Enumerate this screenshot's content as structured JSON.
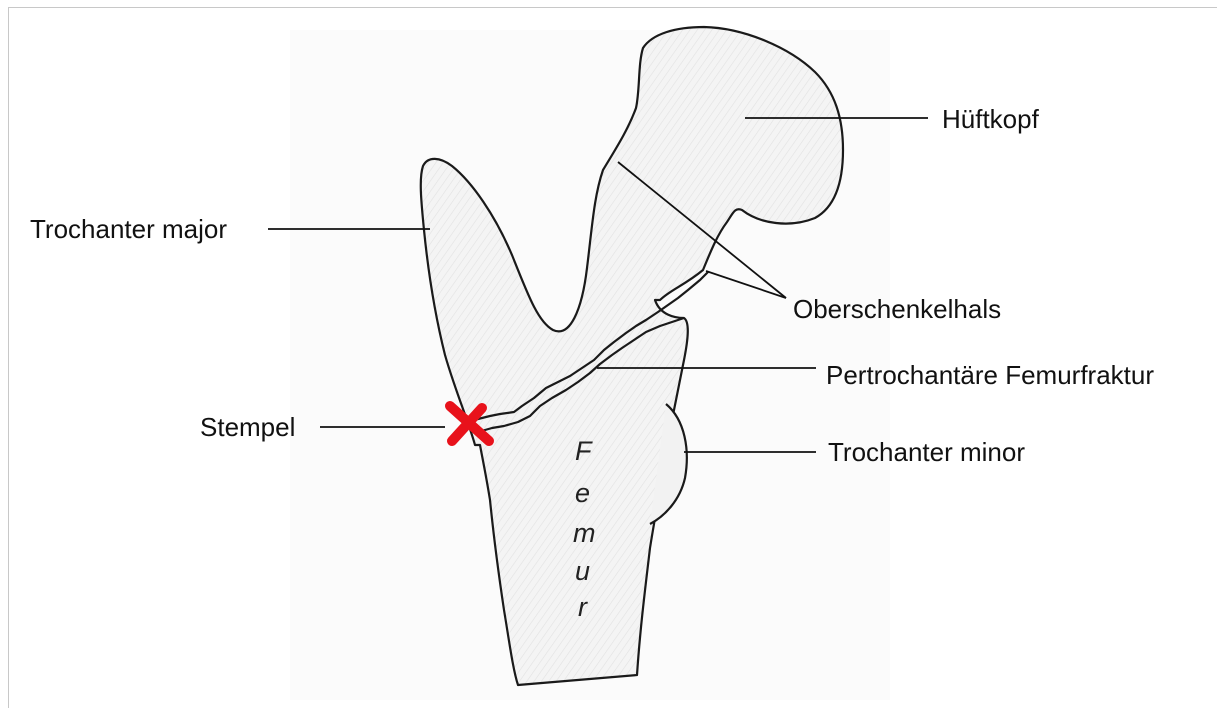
{
  "labels": {
    "hueftkopf": "Hüftkopf",
    "trochanter_major": "Trochanter major",
    "oberschenkelhals": "Oberschenkelhals",
    "pertrochantaere_femurfraktur": "Pertrochantäre Femurfraktur",
    "stempel": "Stempel",
    "trochanter_minor": "Trochanter minor"
  },
  "bone_letters": [
    "F",
    "e",
    "m",
    "u",
    "r"
  ],
  "colors": {
    "outline": "#1a1a1a",
    "bone_fill": "#f3f3f3",
    "marker": "#e8121b",
    "leader": "#111111"
  }
}
